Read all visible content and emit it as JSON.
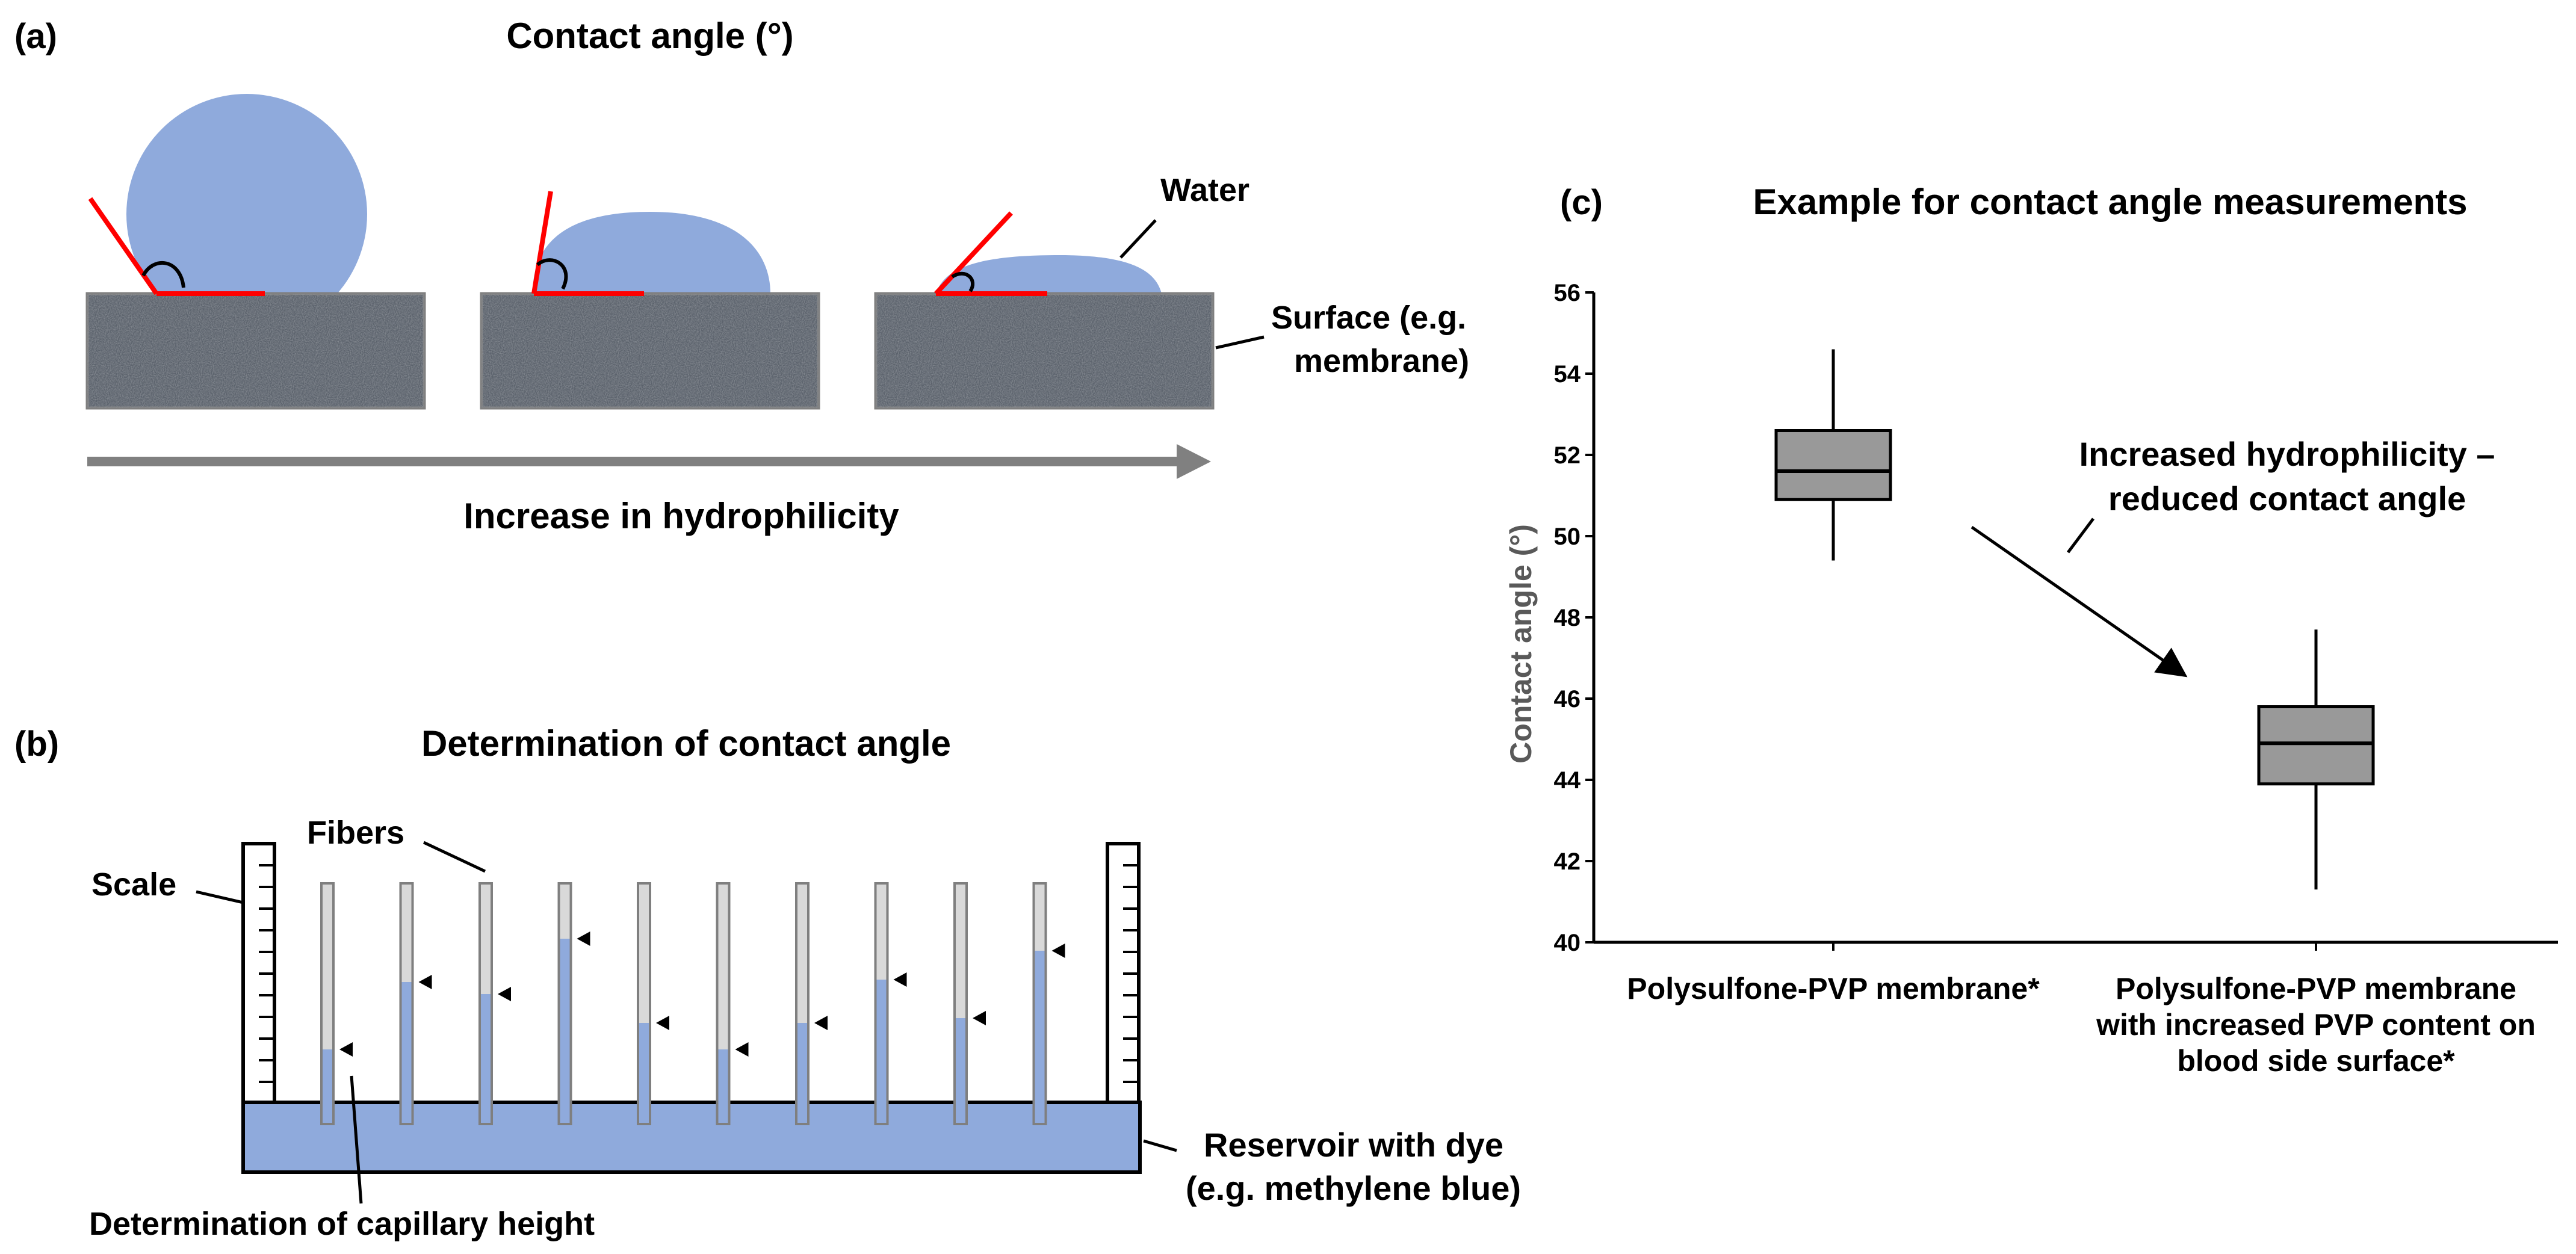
{
  "panel_a": {
    "label": "(a)",
    "title": "Contact angle (°)",
    "water_label": "Water",
    "surface_label_line1": "Surface (e.g.",
    "surface_label_line2": "membrane)",
    "arrow_label": "Increase in hydrophilicity"
  },
  "panel_b": {
    "label": "(b)",
    "title": "Determination of contact angle",
    "fibers_label": "Fibers",
    "scale_label": "Scale",
    "reservoir_label_line1": "Reservoir with dye",
    "reservoir_label_line2": "(e.g. methylene blue)",
    "capillary_label": "Determination of capillary height",
    "fiber_fill_levels": [
      0.31,
      0.59,
      0.54,
      0.77,
      0.42,
      0.31,
      0.42,
      0.6,
      0.44,
      0.72
    ]
  },
  "panel_c": {
    "label": "(c)",
    "title": "Example for contact angle measurements",
    "annotation_line1": "Increased hydrophilicity –",
    "annotation_line2": "reduced contact angle",
    "category1_line1": "Polysulfone-PVP membrane*",
    "category2_line1": "Polysulfone-PVP membrane",
    "category2_line2": "with increased PVP content on",
    "category2_line3": "blood side surface*"
  },
  "chart_data": {
    "type": "box",
    "title": "Example for contact angle measurements",
    "ylabel": "Contact angle (°)",
    "xlabel": "",
    "ylim": [
      40,
      56
    ],
    "yticks": [
      40,
      42,
      44,
      46,
      48,
      50,
      52,
      54,
      56
    ],
    "categories": [
      "Polysulfone-PVP membrane*",
      "Polysulfone-PVP membrane with increased PVP content on blood side surface*"
    ],
    "boxes": [
      {
        "min": 49.4,
        "q1": 50.9,
        "median": 51.6,
        "q3": 52.6,
        "max": 54.6
      },
      {
        "min": 41.3,
        "q1": 43.9,
        "median": 44.9,
        "q3": 45.8,
        "max": 47.7
      }
    ],
    "box_color": "#999999",
    "grid": false
  },
  "colors": {
    "water": "#8faadc",
    "angle_line": "#ff0000",
    "surface": "#5f6670",
    "arrow": "#808080",
    "fiber_empty": "#d9d9d9",
    "fiber_border": "#7f7f7f"
  }
}
